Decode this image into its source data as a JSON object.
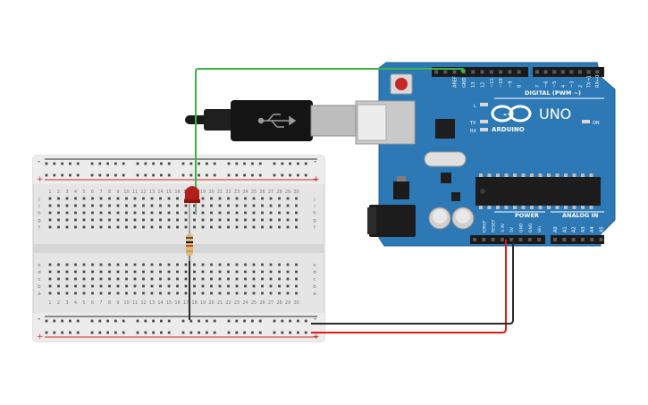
{
  "breadboard": {
    "column_numbers": [
      "1",
      "2",
      "3",
      "4",
      "5",
      "6",
      "7",
      "8",
      "9",
      "10",
      "11",
      "12",
      "13",
      "14",
      "15",
      "16",
      "17",
      "18",
      "19",
      "20",
      "21",
      "22",
      "23",
      "24",
      "25",
      "26",
      "27",
      "28",
      "29",
      "30"
    ],
    "row_letters_top": [
      "j",
      "i",
      "h",
      "g",
      "f"
    ],
    "row_letters_bottom": [
      "e",
      "d",
      "c",
      "b",
      "a"
    ],
    "rail_plus": "+",
    "rail_minus": "-"
  },
  "arduino": {
    "brand": "ARDUINO",
    "model": "UNO",
    "logo_symbol": "-+",
    "digital_header_label": "DIGITAL (PWM ~)",
    "digital_pins": [
      "AREF",
      "GND",
      "13",
      "12",
      "~11",
      "~10",
      "~9",
      "8",
      "7",
      "~6",
      "~5",
      "4",
      "~3",
      "2",
      "TX→1",
      "RX←0"
    ],
    "on_label": "ON",
    "l_label": "L",
    "tx_label": "TX",
    "rx_label": "RX",
    "power_label": "POWER",
    "power_pins": [
      "IOREF",
      "RESET",
      "3.3V",
      "5V",
      "GND",
      "GND",
      "Vin"
    ],
    "analog_label": "ANALOG IN",
    "analog_pins": [
      "A0",
      "A1",
      "A2",
      "A3",
      "A4",
      "A5"
    ]
  },
  "wires": [
    {
      "name": "pin13-to-led",
      "color": "#3db34a"
    },
    {
      "name": "5v-to-plus-rail",
      "color": "#e0191b"
    },
    {
      "name": "gnd-to-minus-rail",
      "color": "#2a2a2a"
    },
    {
      "name": "resistor-to-minus-rail",
      "color": "#2a2a2a"
    }
  ],
  "led": {
    "color": "#b3201c"
  },
  "board_color": "#2d79b6"
}
